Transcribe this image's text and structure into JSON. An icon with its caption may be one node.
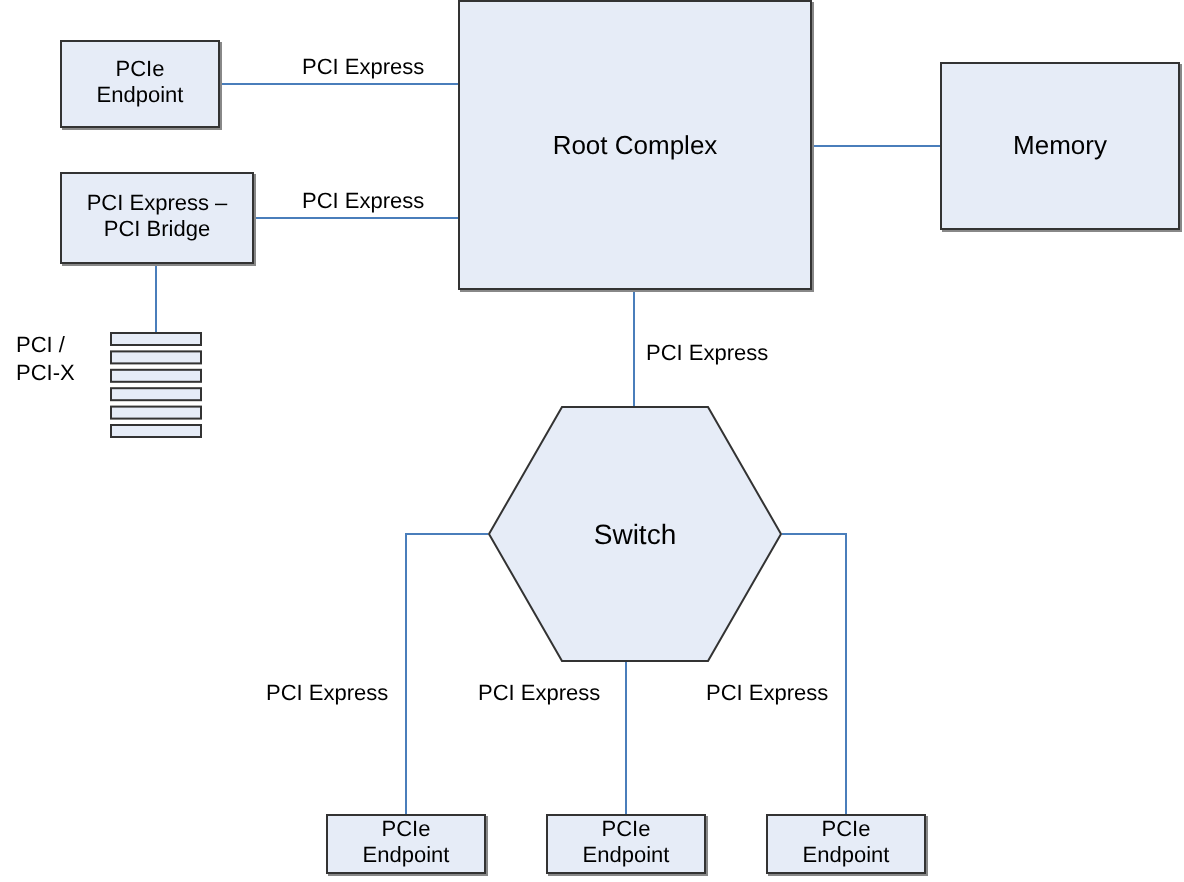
{
  "diagram": {
    "nodes": [
      {
        "text": [
          "PCIe Endpoint"
        ]
      },
      {
        "text": [
          "Root Complex"
        ]
      },
      {
        "text": [
          "Memory"
        ]
      },
      {
        "text": [
          "PCI Express – PCI Bridge"
        ]
      },
      {
        "text": [],
        "shape": "bar",
        "beside": [
          "PCI / PCI-X"
        ]
      },
      {
        "text": [
          "Switch"
        ]
      },
      {
        "text": [
          "PCIe Endpoint"
        ]
      },
      {
        "text": [
          "PCIe Endpoint"
        ]
      },
      {
        "text": [
          "PCIe Endpoint"
        ]
      }
    ],
    "edges": [
      {
        "from": 0,
        "to": 1,
        "arrow": "none",
        "label": "PCI Express"
      },
      {
        "from": 3,
        "to": 1,
        "arrow": "none",
        "label": "PCI Express"
      },
      {
        "from": 1,
        "to": 2,
        "arrow": "none"
      },
      {
        "from": 3,
        "to": 4,
        "arrow": "none"
      },
      {
        "from": 1,
        "to": 5,
        "arrow": "none",
        "label": "PCI Express"
      },
      {
        "from": 5,
        "to": 6,
        "arrow": "none",
        "label": "PCI Express"
      },
      {
        "from": 5,
        "to": 7,
        "arrow": "none",
        "label": "PCI Express"
      },
      {
        "from": 5,
        "to": 8,
        "arrow": "none",
        "label": "PCI Express"
      }
    ]
  }
}
